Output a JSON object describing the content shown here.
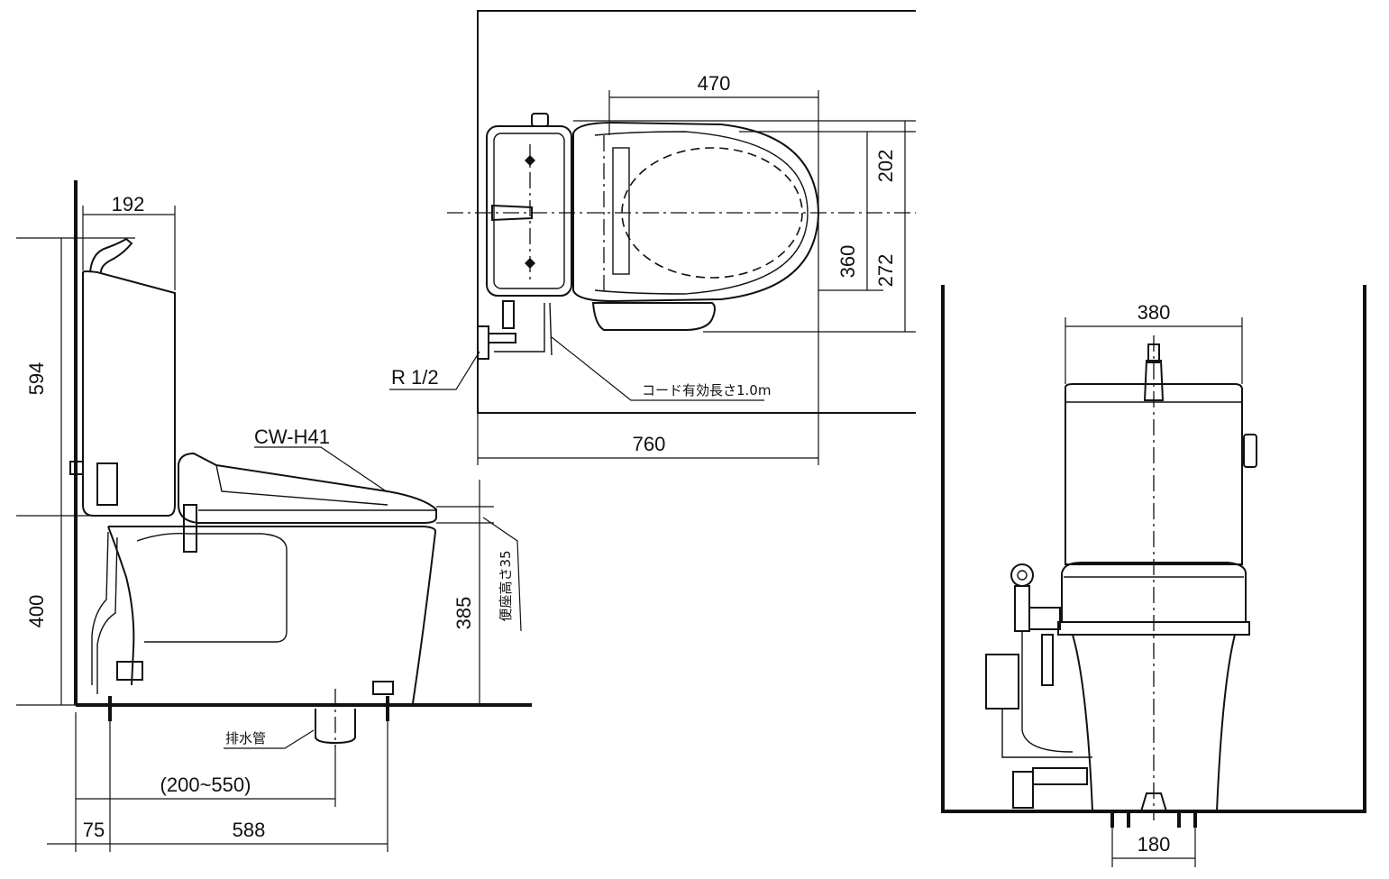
{
  "side_view": {
    "dim_tank_depth": "192",
    "dim_tank_height": "594",
    "dim_floor_to_tank": "400",
    "dim_seat_height": "385",
    "dim_wall_gap": "75",
    "dim_length": "588",
    "dim_drain_range": "(200~550)",
    "label_seat_model": "CW-H41",
    "label_drain_pipe": "排水管",
    "label_seat_rise": "便座高さ35"
  },
  "top_view": {
    "dim_seat_length": "470",
    "dim_front_half": "202",
    "dim_width": "360",
    "dim_rear_half": "272",
    "dim_total_depth": "760",
    "label_supply": "R 1/2",
    "label_cord": "コード有効長さ1.0m"
  },
  "front_view": {
    "dim_tank_width": "380",
    "dim_base_width": "180"
  }
}
